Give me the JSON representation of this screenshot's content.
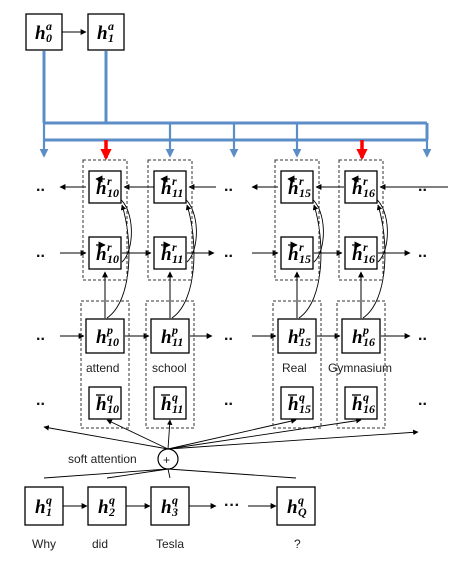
{
  "colors": {
    "blue": "#5b8ec7",
    "red": "#ff0000",
    "stroke": "#000000",
    "dashed": "#333333"
  },
  "top_nodes": [
    {
      "base": "h",
      "sub": "0",
      "sup": "a"
    },
    {
      "base": "h",
      "sub": "1",
      "sup": "a"
    }
  ],
  "bottom_nodes": [
    {
      "base": "h",
      "sub": "1",
      "sup": "q",
      "word": "Why"
    },
    {
      "base": "h",
      "sub": "2",
      "sup": "q",
      "word": "did"
    },
    {
      "base": "h",
      "sub": "3",
      "sup": "q",
      "word": "Tesla"
    },
    {
      "base": "h",
      "sub": "Q",
      "sup": "q",
      "word": "?"
    }
  ],
  "columns": [
    {
      "sub": "10",
      "word": "attend"
    },
    {
      "sub": "11",
      "word": "school"
    },
    {
      "sub": "15",
      "word": "Real"
    },
    {
      "sub": "16",
      "word": "Gymnasium"
    }
  ],
  "rows": [
    {
      "kind": "backward",
      "sup": "r",
      "base": "h"
    },
    {
      "kind": "forward",
      "sup": "r",
      "base": "h"
    },
    {
      "kind": "plain",
      "sup": "p",
      "base": "h"
    },
    {
      "kind": "bar",
      "sup": "q",
      "base": "h"
    }
  ],
  "ellipsis": "..",
  "bottom_ellipsis": "···",
  "soft_attention_label": "soft attention",
  "plus_symbol": "+"
}
